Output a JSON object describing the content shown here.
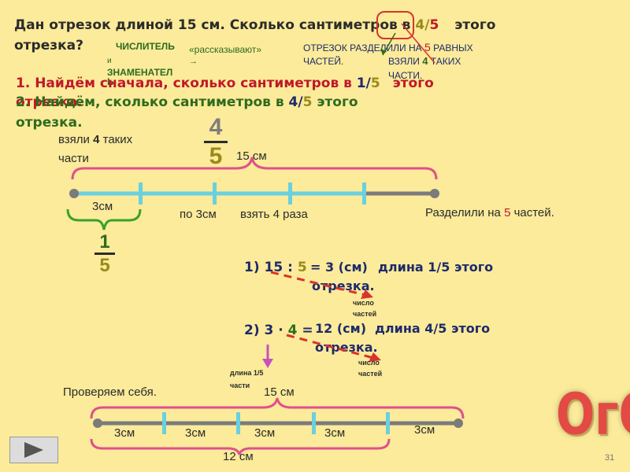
{
  "problem": {
    "line1_a": "Дан отрезок  длиной 15 см.  Сколько сантиметров в  ",
    "frac_num": "4",
    "frac_sep": "/",
    "frac_den": "5",
    "line1_b": "этого",
    "line2": "отрезка?"
  },
  "notes": {
    "chislitel": "ЧИСЛИТЕЛЬ",
    "i": "и",
    "znamenatel": "ЗНАМЕНАТЕЛ",
    "znamenatel_b": "Ь",
    "rasskazyvayut": "«рассказывают»",
    "arrow": "→",
    "otrezok_razdelili": "ОТРЕЗОК РАЗДЕЛИЛИ НА",
    "five": "5",
    "ravnyh": "РАВНЫХ",
    "chastey": "ЧАСТЕЙ.",
    "vzyali": "ВЗЯЛИ",
    "four": "4",
    "takih": "ТАКИХ",
    "chasti": "ЧАСТИ."
  },
  "steps": {
    "step1_a": "1. Найдём сначала, сколько сантиметров в ",
    "step1_frac_a": "1/",
    "step1_frac_b": "5",
    "step1_b": "этого",
    "step1_c": "отрезка.",
    "step2_a": "2. Найдём, сколько сантиметров в  ",
    "step2_frac_a": "4/",
    "step2_frac_b": "5",
    "step2_b": " этого",
    "step2_c": "отрезка."
  },
  "diagram1": {
    "vzyali_a": "взяли ",
    "vzyali_num": "4",
    "vzyali_b": " таких",
    "chasti": "части",
    "big_frac_num": "4",
    "big_frac_den": "5",
    "length_label": "15 см",
    "seg_label": "3см",
    "po_3sm": "по 3см",
    "vzyat_4": "взять 4 раза",
    "razdelili_a": "Разделили на ",
    "razdelili_num": "5",
    "razdelili_b": " частей.",
    "small_frac_num": "1",
    "small_frac_den": "5"
  },
  "calc": {
    "c1_a": "1) 15 : ",
    "c1_num": "5",
    "c1_b": "= 3 (см)",
    "c1_c": "длина  1/5  этого",
    "c1_d": "отрезка.",
    "c2_a": "2) 3 · ",
    "c2_num": "4",
    "c2_eq": "=",
    "c2_b": "12 (см)",
    "c2_c": "длина  4/5  этого",
    "c2_d": "отрезка.",
    "chislo_chastey_1a": "число",
    "chislo_chastey_1b": "частей",
    "chislo_chastey_2a": "число",
    "chislo_chastey_2b": "частей",
    "dlina_a": "длина 1/5",
    "dlina_b": "части"
  },
  "check": {
    "title": "Проверяем себя.",
    "length_label": "15 см",
    "segs": [
      "3см",
      "3см",
      "3см",
      "3см",
      "3см"
    ],
    "total": "12 см"
  },
  "footer": {
    "ogo": "ОгО",
    "page": "31"
  },
  "colors": {
    "background": "#fbeb9a",
    "highlight_segment": "#6ad0e0",
    "brace": "#e0508a",
    "red_text": "#c0182a",
    "green_text": "#2e6b1e"
  }
}
